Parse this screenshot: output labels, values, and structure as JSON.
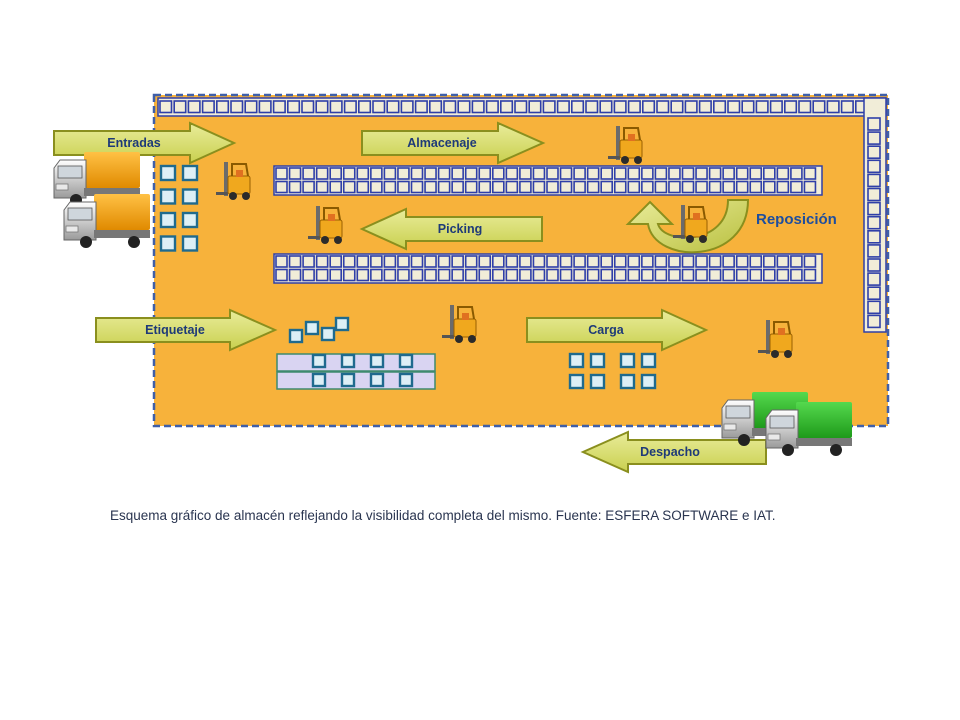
{
  "labels": {
    "entradas": "Entradas",
    "almacenaje": "Almacenaje",
    "picking": "Picking",
    "reposicion": "Reposición",
    "etiquetaje": "Etiquetaje",
    "carga": "Carga",
    "despacho": "Despacho"
  },
  "caption": "Esquema gráfico de almacén reflejando la visibilidad completa del mismo. Fuente: ESFERA SOFTWARE e IAT.",
  "colors": {
    "floor": "#F7B23B",
    "border": "#3F5FA8",
    "cell": "#2F3FA8",
    "arrow_fill": "#D7DD70",
    "arrow_stroke": "#8A8F1E",
    "pallet": "#1F6A8E",
    "truck_orange": "#F2A417",
    "truck_green": "#2FB52B",
    "forklift": "#F0A81E"
  },
  "icons": [
    "truck-icon",
    "forklift-icon",
    "pallet-icon",
    "curved-arrow-icon"
  ]
}
